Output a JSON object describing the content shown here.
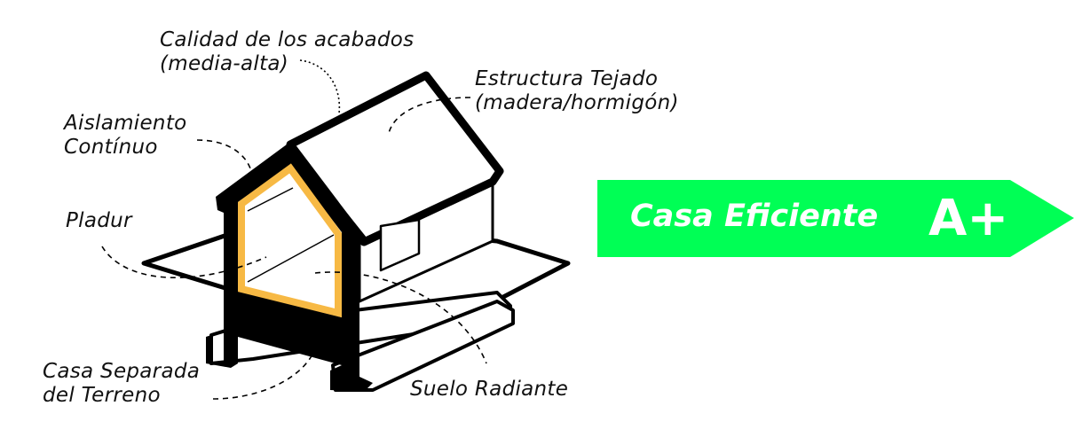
{
  "labels": {
    "acabados": "Calidad de los acabados\n(media-alta)",
    "tejado": "Estructura Tejado\n(madera/hormigón)",
    "aislamiento": "Aislamiento\nContínuo",
    "pladur": "Pladur",
    "separada": "Casa Separada\ndel Terreno",
    "suelo": "Suelo Radiante"
  },
  "badge": {
    "text": "Casa Eficiente",
    "rating": "A+",
    "color": "#00FF55"
  },
  "colors": {
    "insulation": "#F7B944",
    "outline": "#000000"
  }
}
